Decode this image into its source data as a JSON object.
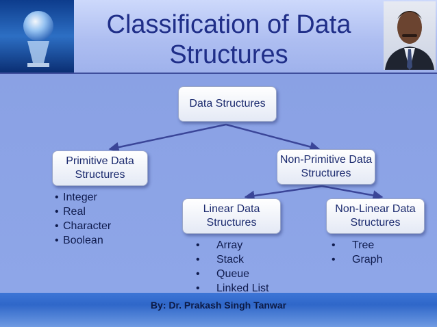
{
  "slide": {
    "title": "Classification of Data Structures",
    "footer": "By: Dr. Prakash Singh Tanwar"
  },
  "diagram": {
    "nodes": {
      "root": "Data Structures",
      "primitive": "Primitive Data Structures",
      "non_primitive": "Non-Primitive Data Structures",
      "linear": "Linear Data Structures",
      "non_linear": "Non-Linear Data Structures"
    },
    "bullet_char": "•",
    "primitive_items": [
      "Integer",
      "Real",
      "Character",
      "Boolean"
    ],
    "linear_items": [
      "Array",
      "Stack",
      "Queue",
      "Linked List"
    ],
    "non_linear_items": [
      "Tree",
      "Graph"
    ],
    "colors": {
      "arrow": "#3a4598",
      "node_text": "#1b2a6e"
    }
  },
  "images": {
    "logo": "crystal-globe-trophy-logo",
    "author_photo": "author-portrait-photo"
  }
}
